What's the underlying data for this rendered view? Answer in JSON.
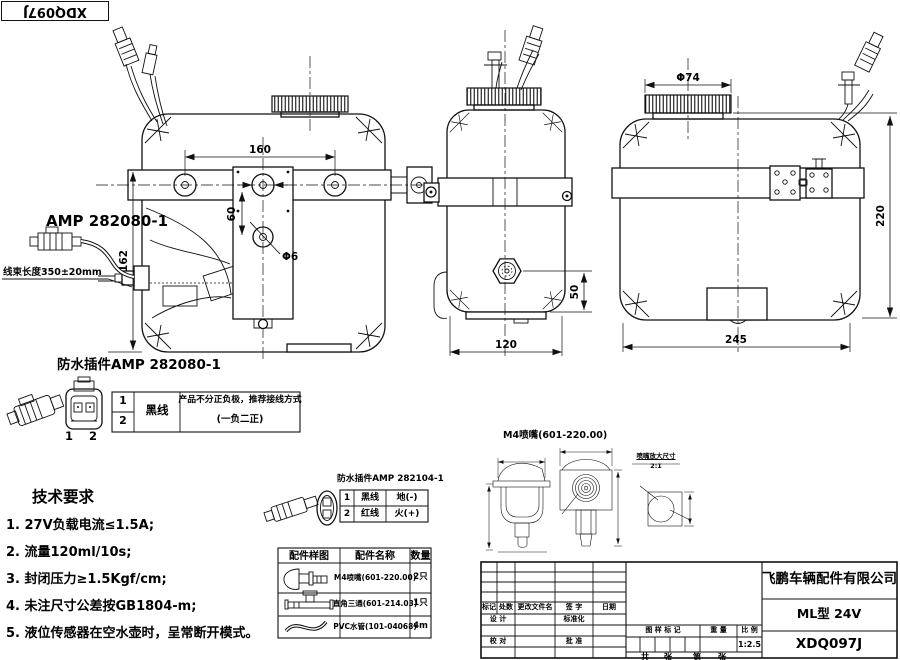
{
  "doc_box": {
    "number": "XDQ097J"
  },
  "front_view": {
    "amp_label": "AMP 282080-1",
    "harness_label": "线束长度350±20mm",
    "dims": {
      "width": "160",
      "spacing": "60",
      "hole": "Φ6",
      "height": "162"
    }
  },
  "side_view": {
    "dims": {
      "nozzle_offset": "50",
      "depth": "120"
    }
  },
  "back_view": {
    "dims": {
      "cap": "Φ74",
      "height": "220",
      "width": "245"
    }
  },
  "connector_a": {
    "title": "防水插件AMP 282080-1",
    "pin_labels": "1 2",
    "rows": [
      "1",
      "2"
    ],
    "wire": "黑线",
    "note1": "产品不分正负极，推荐接线方式",
    "note2": "(一负二正)"
  },
  "connector_b": {
    "title": "防水插件AMP 282104-1",
    "rows": [
      {
        "no": "1",
        "wire": "黑线",
        "pole": "地(-)"
      },
      {
        "no": "2",
        "wire": "红线",
        "pole": "火(+)"
      }
    ]
  },
  "tech": {
    "title": "技术要求",
    "items": [
      "1. 27V负载电流≤1.5A;",
      "2. 流量120ml/10s;",
      "3. 封闭压力≥1.5Kgf/cm;",
      "4. 未注尺寸公差按GB1804-m;",
      "5. 液位传感器在空水壶时，呈常断开模式。"
    ]
  },
  "parts": {
    "headers": [
      "配件样图",
      "配件名称",
      "数量"
    ],
    "rows": [
      {
        "name": "M4喷嘴(601-220.00)",
        "qty": "2只"
      },
      {
        "name": "直角三通(601-214.03)",
        "qty": "1只"
      },
      {
        "name": "PVC水管(101-04068)",
        "qty": "4m"
      }
    ]
  },
  "nozzle_detail": {
    "title": "M4喷嘴(601-220.00)",
    "zoom_note": "喷嘴放大尺寸",
    "zoom_scale": "2:1"
  },
  "title_block": {
    "company": "飞鹏车辆配件有限公司",
    "model": "ML型 24V",
    "drawing_no": "XDQ097J",
    "scale": "1:2.5",
    "labels": {
      "mark": "标记",
      "count": "处数",
      "change_doc": "更改文件名",
      "sign": "签 字",
      "date": "日期",
      "design": "设 计",
      "standardize": "标准化",
      "check": "校 对",
      "approve": "批 准",
      "drawing_mark": "图 样 标 记",
      "weight": "重 量",
      "scale_label": "比 例",
      "sheet_total": "共",
      "sheet_z1": "张",
      "sheet_no": "第",
      "sheet_z2": "张"
    }
  }
}
